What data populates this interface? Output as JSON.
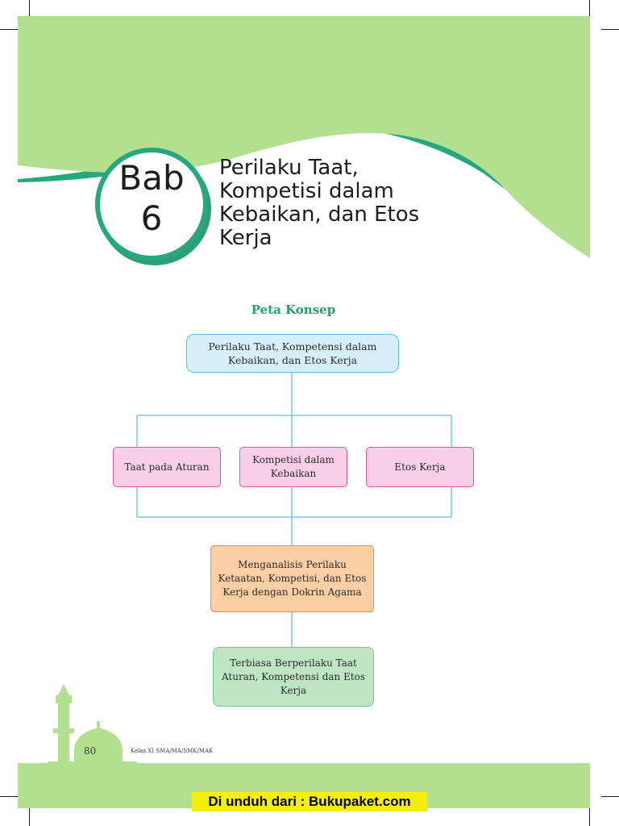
{
  "chapter": {
    "label": "Bab",
    "number": "6",
    "title_lines": [
      "Perilaku Taat,",
      "Kompetisi dalam",
      "Kebaikan, dan Etos",
      "Kerja"
    ]
  },
  "concept_map": {
    "heading": "Peta Konsep",
    "root": {
      "lines": [
        "Perilaku Taat, Kompetensi dalam",
        "Kebaikan, dan Etos Kerja"
      ]
    },
    "branches": [
      {
        "lines": [
          "Taat pada Aturan"
        ]
      },
      {
        "lines": [
          "Kompetisi dalam",
          "Kebaikan"
        ]
      },
      {
        "lines": [
          "Etos Kerja"
        ]
      }
    ],
    "analysis": {
      "lines": [
        "Menganalisis Perilaku",
        "Ketaatan, Kompetisi, dan Etos",
        "Kerja dengan Dokrin Agama"
      ]
    },
    "outcome": {
      "lines": [
        "Terbiasa Berperilaku Taat",
        "Aturan, Kompetensi dan Etos",
        "Kerja"
      ]
    }
  },
  "footer": {
    "page_number": "80",
    "course": "Kelas XI SMA/MA/SMK/MAK"
  },
  "watermark": {
    "text": "Di unduh dari : Bukupaket.com"
  },
  "colors": {
    "header_green": "#b3e08f",
    "accent_teal": "#27a77d",
    "heading_green": "#1ea36a",
    "root_box": "#d6effb",
    "branch_box": "#f9cfe7",
    "analysis_box": "#fbcfa3",
    "outcome_box": "#bfe6c3",
    "connector": "#5fbfe0",
    "watermark_bg": "#f5ee08"
  },
  "icons": [
    "mosque-silhouette-icon"
  ]
}
